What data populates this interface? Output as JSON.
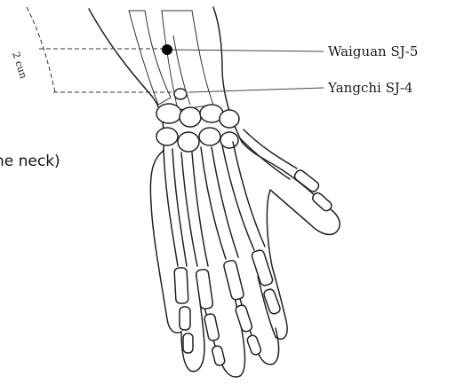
{
  "points": [
    {
      "name": "Waiguan SJ-5",
      "color": "#000000"
    },
    {
      "name": "Yangchi SJ-4"
    }
  ],
  "measure_label": "2 cun",
  "caption": "he neck)"
}
